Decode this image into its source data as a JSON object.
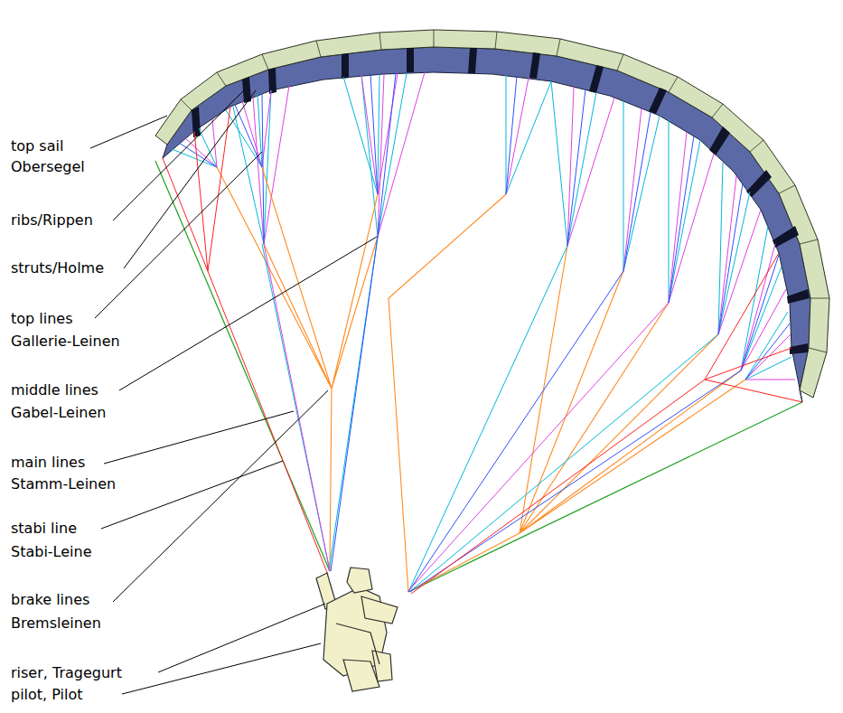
{
  "diagram": {
    "labels": [
      "top sail",
      "Obersegel",
      "ribs/Rippen",
      "struts/Holme",
      "top lines",
      "Gallerie-Leinen",
      "middle lines",
      "Gabel-Leinen",
      "main lines",
      "Stamm-Leinen",
      "stabi line",
      "Stabi-Leine",
      "brake lines",
      "Bremsleinen",
      "riser, Tragegurt",
      "pilot, Pilot"
    ]
  }
}
